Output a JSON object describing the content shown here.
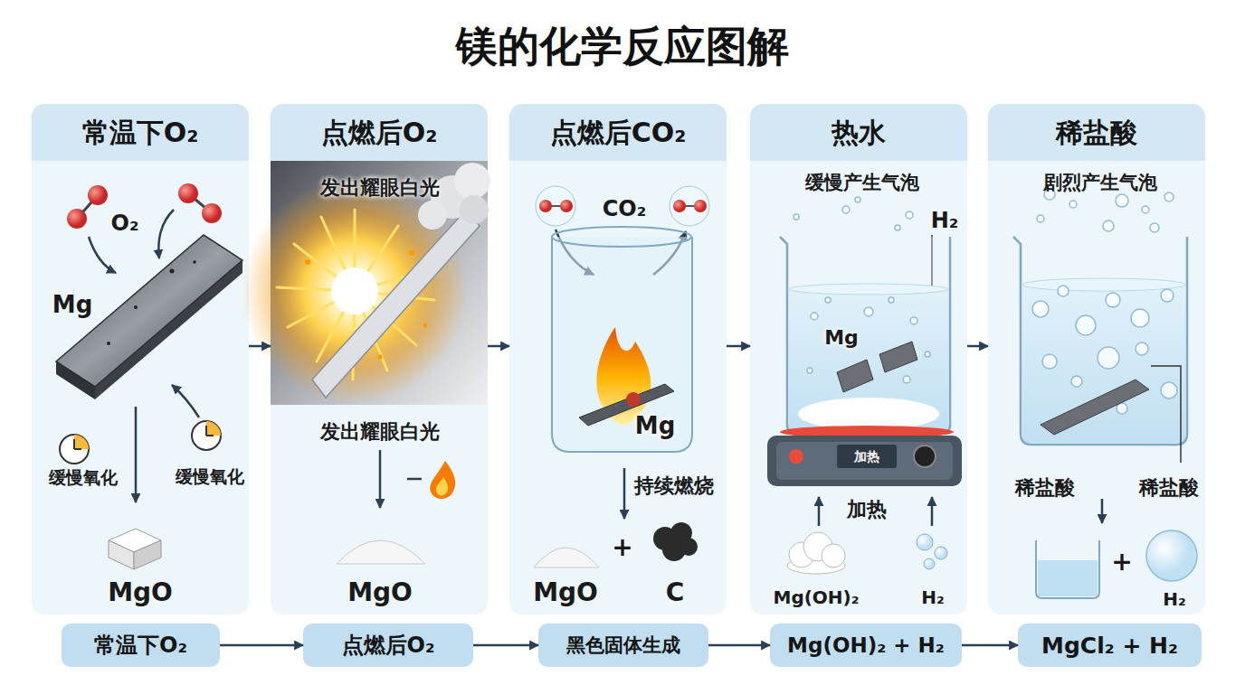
{
  "diagram": {
    "title": "镁的化学反应图解",
    "nodes": [
      {
        "text": [
          "常温下O₂"
        ]
      },
      {
        "text": [
          "点燃后O₂"
        ]
      },
      {
        "text": [
          "点燃后CO₂"
        ]
      },
      {
        "text": [
          "热水"
        ]
      },
      {
        "text": [
          "稀盐酸"
        ]
      },
      {
        "text": [
          "常温下O₂"
        ]
      },
      {
        "text": [
          "点燃后O₂"
        ]
      },
      {
        "text": [
          "黑色固体生成"
        ]
      },
      {
        "text": [
          "Mg(OH)₂ + H₂"
        ]
      },
      {
        "text": [
          "MgCl₂ + H₂"
        ]
      }
    ],
    "edges": [
      {
        "from": 0,
        "to": 1,
        "arrow": "to"
      },
      {
        "from": 1,
        "to": 2,
        "arrow": "to"
      },
      {
        "from": 2,
        "to": 3,
        "arrow": "to"
      },
      {
        "from": 3,
        "to": 4,
        "arrow": "to"
      },
      {
        "from": 5,
        "to": 6,
        "arrow": "to"
      },
      {
        "from": 6,
        "to": 7,
        "arrow": "to"
      },
      {
        "from": 7,
        "to": 8,
        "arrow": "to"
      },
      {
        "from": 8,
        "to": 9,
        "arrow": "to"
      }
    ],
    "labels": [
      "O₂",
      "Mg",
      "缓慢氧化",
      "缓慢氧化",
      "MgO",
      "发出耀眼白光",
      "发出耀眼白光",
      "MgO",
      "CO₂",
      "Mg",
      "持续燃烧",
      "MgO",
      "+",
      "C",
      "缓慢产生气泡",
      "H₂",
      "Mg",
      "加热",
      "加热",
      "Mg(OH)₂",
      "H₂",
      "剧烈产生气泡",
      "稀盐酸",
      "稀盐酸",
      "+",
      "H₂"
    ]
  }
}
